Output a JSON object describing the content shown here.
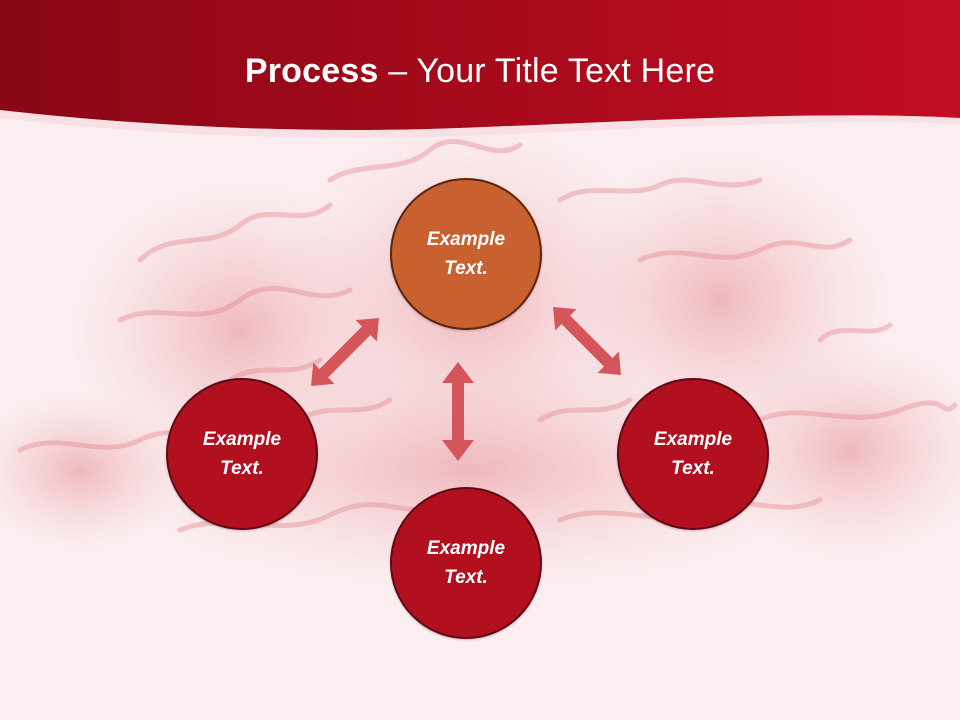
{
  "title": {
    "bold": "Process",
    "rest": " – Your Title Text Here"
  },
  "nodes": {
    "top": "Example Text.",
    "left": "Example Text.",
    "right": "Example Text.",
    "bottom": "Example Text."
  },
  "colors": {
    "header": "#b40d1e",
    "header_dark": "#8a0716",
    "background": "#fbeef0",
    "texture": "#e9a3a8",
    "top_circle": "#c8612f",
    "node_circle": "#b3101f",
    "arrow": "#d4555a"
  }
}
